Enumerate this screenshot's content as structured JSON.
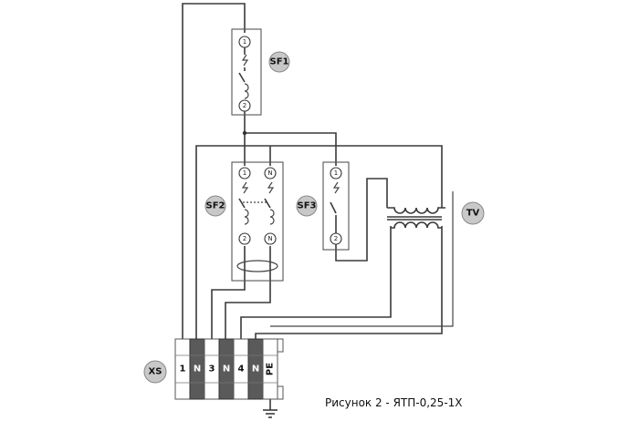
{
  "diagram": {
    "caption": "Рисунок 2 - ЯТП-0,25-1Х",
    "breakers": {
      "sf1": {
        "label": "SF1",
        "terminal_top": "1",
        "terminal_bottom": "2"
      },
      "sf2": {
        "label": "SF2",
        "terminal_top_left": "1",
        "terminal_top_right": "N",
        "terminal_bottom_left": "2",
        "terminal_bottom_right": "N"
      },
      "sf3": {
        "label": "SF3",
        "terminal_top": "1",
        "terminal_bottom": "2"
      }
    },
    "transformer": {
      "label": "TV"
    },
    "terminal_block": {
      "label": "XS",
      "cells": [
        "1",
        "N",
        "3",
        "N",
        "4",
        "N",
        "PE"
      ]
    }
  }
}
